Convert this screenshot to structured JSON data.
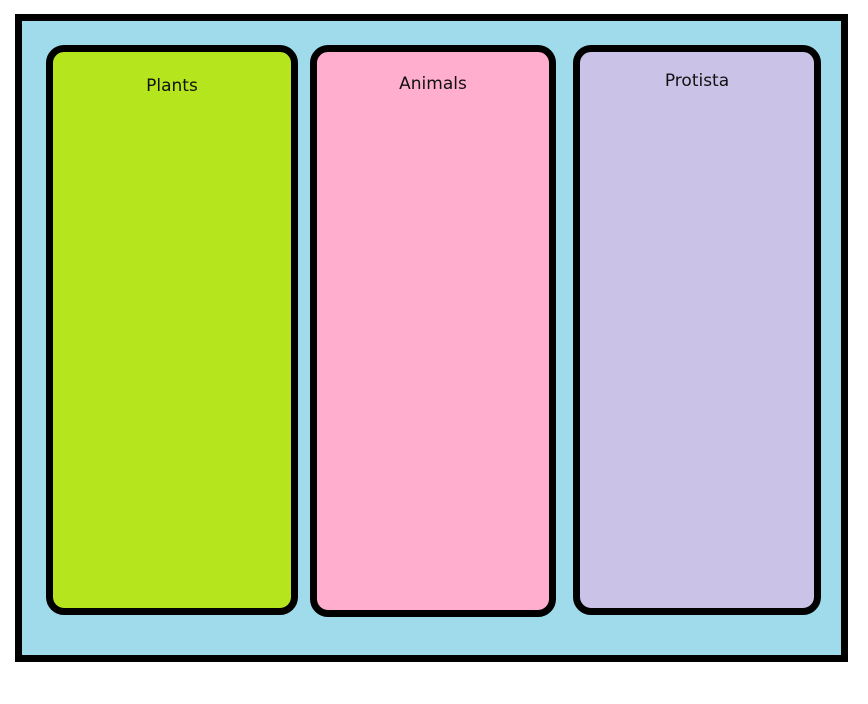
{
  "frame": {
    "background_color": "#9fdbea",
    "border_color": "#000000"
  },
  "columns": [
    {
      "id": "plants",
      "label": "Plants",
      "fill_color": "#b5e61d",
      "border_color": "#000000",
      "items": []
    },
    {
      "id": "animals",
      "label": "Animals",
      "fill_color": "#ffaecd",
      "border_color": "#000000",
      "items": []
    },
    {
      "id": "protista",
      "label": "Protista",
      "fill_color": "#cbc2e8",
      "border_color": "#000000",
      "items": []
    }
  ]
}
